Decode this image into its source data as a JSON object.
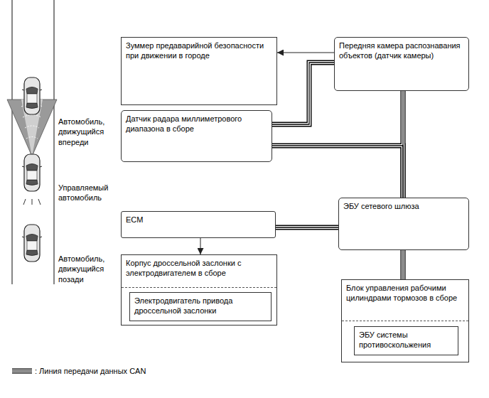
{
  "diagram": {
    "nodes": [
      {
        "text": [
          "Зуммер предаварийной безопасности при движении в городе"
        ]
      },
      {
        "text": [
          "Передняя камера распознавания объектов (датчик камеры)"
        ]
      },
      {
        "text": [
          "Датчик радара миллиметрового диапазона в сборе"
        ]
      },
      {
        "text": [
          "ECM"
        ]
      },
      {
        "text": [
          "ЭБУ сетевого шлюза"
        ]
      },
      {
        "text": [
          "Корпус дроссельной заслонки с электродвигателем в сборе"
        ]
      },
      {
        "text": [
          "Электродвигатель привода дроссельной заслонки"
        ],
        "in": 5
      },
      {
        "text": [
          "Блок управления рабочими цилиндрами тормозов в сборе"
        ]
      },
      {
        "text": [
          "ЭБУ системы противоскольжения"
        ],
        "in": 7
      }
    ],
    "edges": [
      {
        "from": 1,
        "to": 0,
        "arrow": "to"
      },
      {
        "from": 1,
        "to": 2,
        "arrow": "none"
      },
      {
        "from": 1,
        "to": 4,
        "arrow": "none"
      },
      {
        "from": 2,
        "to": 4,
        "arrow": "none"
      },
      {
        "from": 3,
        "to": 4,
        "arrow": "none"
      },
      {
        "from": 4,
        "to": 7,
        "arrow": "none"
      },
      {
        "from": 3,
        "to": 5,
        "arrow": "to"
      }
    ],
    "labels": [
      "Автомобиль, движущийся впереди",
      "Управляемый автомобиль",
      "Автомобиль, движущийся позади"
    ],
    "legend": [
      {
        "text": ": Линия передачи данных CAN"
      }
    ]
  }
}
